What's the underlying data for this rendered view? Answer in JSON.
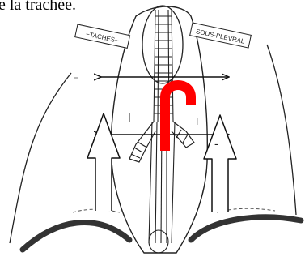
{
  "title": "e la trachée.",
  "labels": {
    "top_left_note": "~TACHES~",
    "top_right_note": "SOUS-PLEVRAL",
    "right_tick": "I",
    "lower_right_mark": "-"
  },
  "colors": {
    "ink": "#111111",
    "arrow_red": "#ff0000",
    "background": "#ffffff"
  }
}
